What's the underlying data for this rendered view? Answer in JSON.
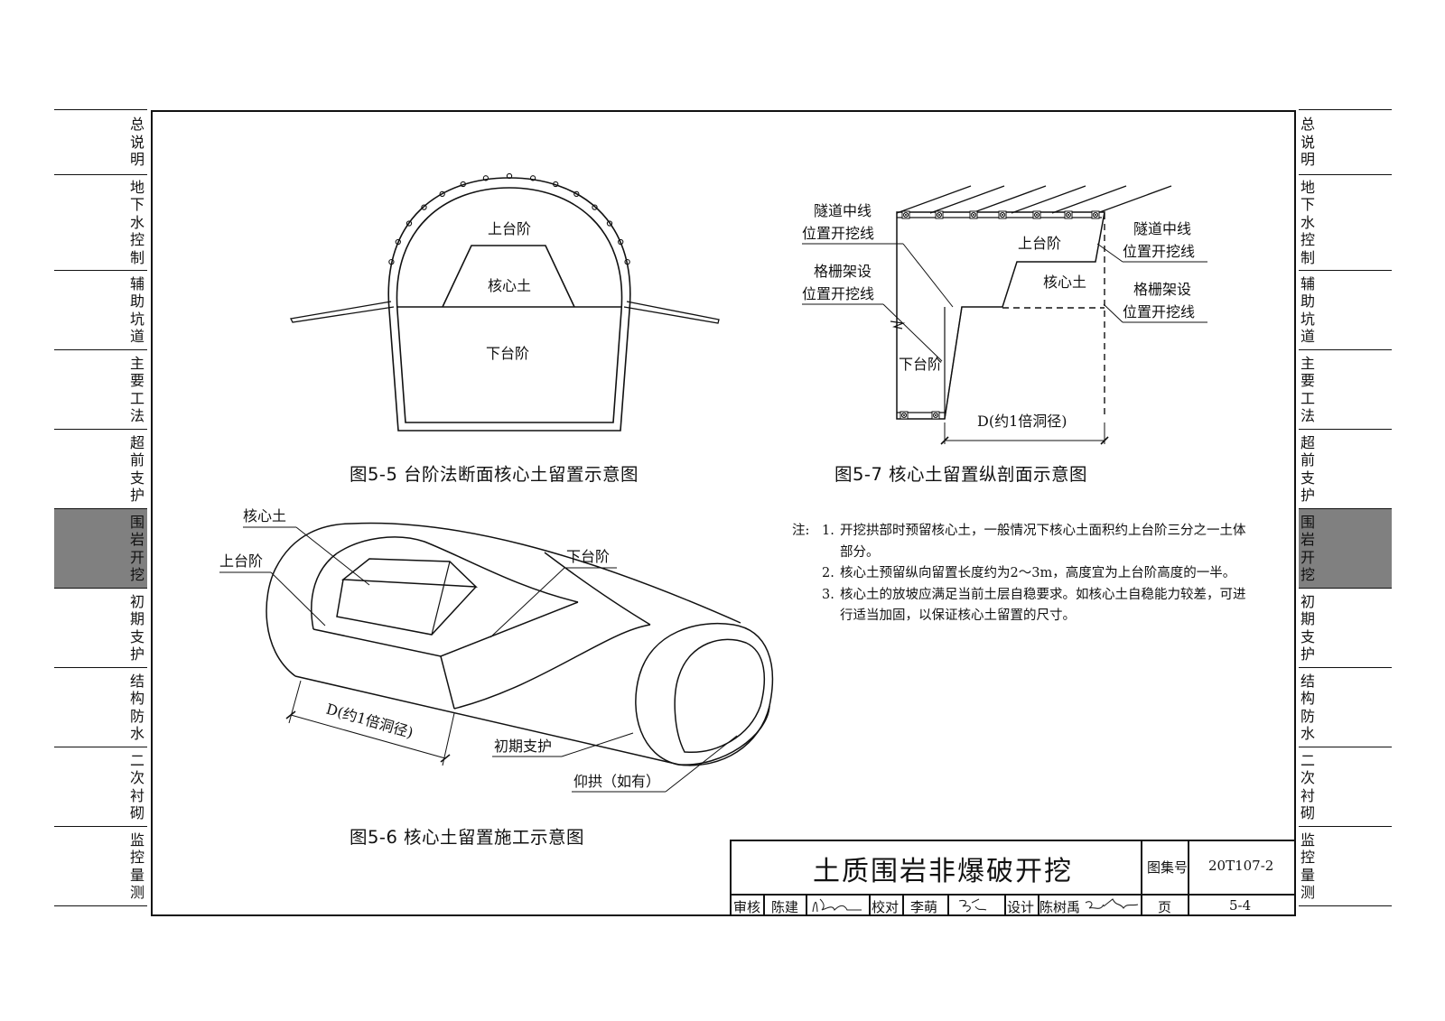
{
  "nav": {
    "left": [
      {
        "label": "总说明",
        "active": false
      },
      {
        "label": "地下水控制",
        "active": false
      },
      {
        "label": "辅助坑道",
        "active": false
      },
      {
        "label": "主要工法",
        "active": false
      },
      {
        "label": "超前支护",
        "active": false
      },
      {
        "label": "围岩开挖",
        "active": true
      },
      {
        "label": "初期支护",
        "active": false
      },
      {
        "label": "结构防水",
        "active": false
      },
      {
        "label": "二次衬砌",
        "active": false
      },
      {
        "label": "监控量测",
        "active": false
      }
    ],
    "right": [
      {
        "label": "总说明",
        "active": false
      },
      {
        "label": "地下水控制",
        "active": false
      },
      {
        "label": "辅助坑道",
        "active": false
      },
      {
        "label": "主要工法",
        "active": false
      },
      {
        "label": "超前支护",
        "active": false
      },
      {
        "label": "围岩开挖",
        "active": true
      },
      {
        "label": "初期支护",
        "active": false
      },
      {
        "label": "结构防水",
        "active": false
      },
      {
        "label": "二次衬砌",
        "active": false
      },
      {
        "label": "监控量测",
        "active": false
      }
    ],
    "active_color": "#808080"
  },
  "fig55": {
    "caption": "图5-5  台阶法断面核心土留置示意图",
    "upper_bench": "上台阶",
    "core_soil": "核心土",
    "lower_bench": "下台阶"
  },
  "fig56": {
    "caption": "图5-6  核心土留置施工示意图",
    "core_soil": "核心土",
    "upper_bench": "上台阶",
    "lower_bench": "下台阶",
    "dimension": "D(约1倍洞径)",
    "initial_support": "初期支护",
    "invert": "仰拱（如有）"
  },
  "fig57": {
    "caption": "图5-7  核心土留置纵剖面示意图",
    "left_label1_a": "隧道中线",
    "left_label1_b": "位置开挖线",
    "left_label2_a": "格栅架设",
    "left_label2_b": "位置开挖线",
    "right_label1_a": "隧道中线",
    "right_label1_b": "位置开挖线",
    "right_label2_a": "格栅架设",
    "right_label2_b": "位置开挖线",
    "upper_bench": "上台阶",
    "core_soil": "核心土",
    "lower_bench": "下台阶",
    "dimension": "D(约1倍洞径)"
  },
  "notes": {
    "prefix": "注:",
    "items": [
      {
        "num": "1.",
        "text": "开挖拱部时预留核心土，一般情况下核心土面积约上台阶三分之一土体部分。"
      },
      {
        "num": "2.",
        "text": "核心土预留纵向留置长度约为2～3m，高度宜为上台阶高度的一半。"
      },
      {
        "num": "3.",
        "text": "核心土的放坡应满足当前土层自稳要求。如核心土自稳能力较差，可进行适当加固，以保证核心土留置的尺寸。"
      }
    ]
  },
  "title_block": {
    "title": "土质围岩非爆破开挖",
    "atlas_label": "图集号",
    "atlas_no": "20T107-2",
    "review_label": "审核",
    "reviewer": "陈建",
    "check_label": "校对",
    "checker": "李萌",
    "design_label": "设计",
    "designer": "陈树禹",
    "page_label": "页",
    "page_no": "5-4"
  }
}
